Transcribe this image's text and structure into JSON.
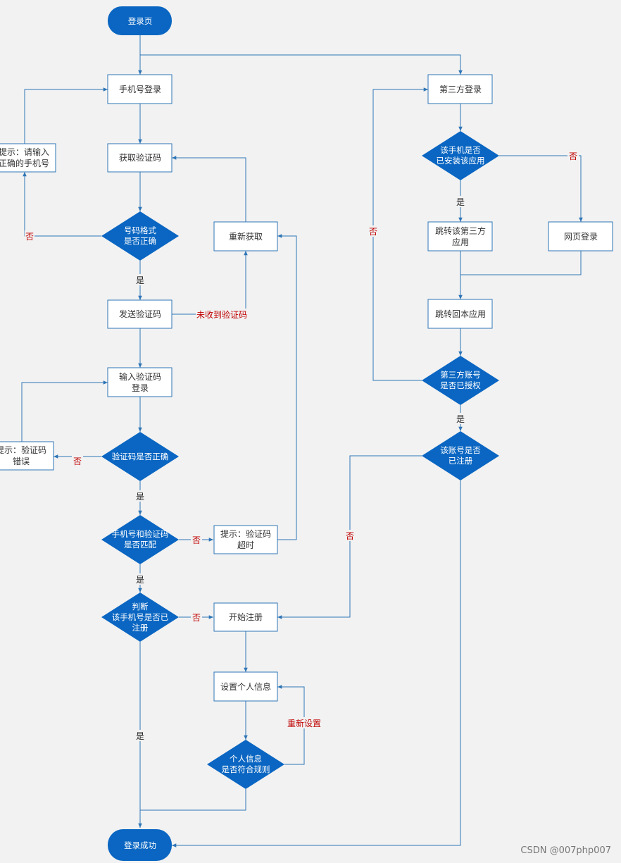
{
  "colors": {
    "background": "#f2f2f2",
    "node_fill": "#ffffff",
    "node_border": "#2e75b6",
    "decision_fill": "#0a66c2",
    "terminal_fill": "#0a66c2",
    "edge": "#2e75b6",
    "label_red": "#c00000",
    "label_dark": "#222222"
  },
  "nodes": {
    "start": "登录页",
    "phone_login": "手机号登录",
    "third_login": "第三方登录",
    "hint_phone": [
      "提示：请输入",
      "正确的手机号"
    ],
    "get_code": "获取验证码",
    "check_installed": [
      "该手机是否",
      "已安装该应用"
    ],
    "format_check": [
      "号码格式",
      "是否正确"
    ],
    "refetch": "重新获取",
    "jump_third": [
      "跳转该第三方",
      "应用"
    ],
    "web_login": "网页登录",
    "send_code": "发送验证码",
    "jump_back": "跳转回本应用",
    "input_code": [
      "输入验证码",
      "登录"
    ],
    "authorized": [
      "第三方账号",
      "是否已授权"
    ],
    "hint_code_error": [
      "提示：验证码",
      "错误"
    ],
    "code_correct": "验证码是否正确",
    "registered_third": [
      "该账号是否",
      "已注册"
    ],
    "match_check": [
      "手机号和验证码",
      "是否匹配"
    ],
    "hint_timeout": [
      "提示：验证码",
      "超时"
    ],
    "registered_check": [
      "判断",
      "该手机号是否已",
      "注册"
    ],
    "start_register": "开始注册",
    "set_info": "设置个人信息",
    "info_valid": [
      "个人信息",
      "是否符合规则"
    ],
    "success": "登录成功"
  },
  "labels": {
    "no": "否",
    "yes": "是",
    "not_received": "未收到验证码",
    "reset": "重新设置"
  },
  "watermark": "CSDN @007php007"
}
